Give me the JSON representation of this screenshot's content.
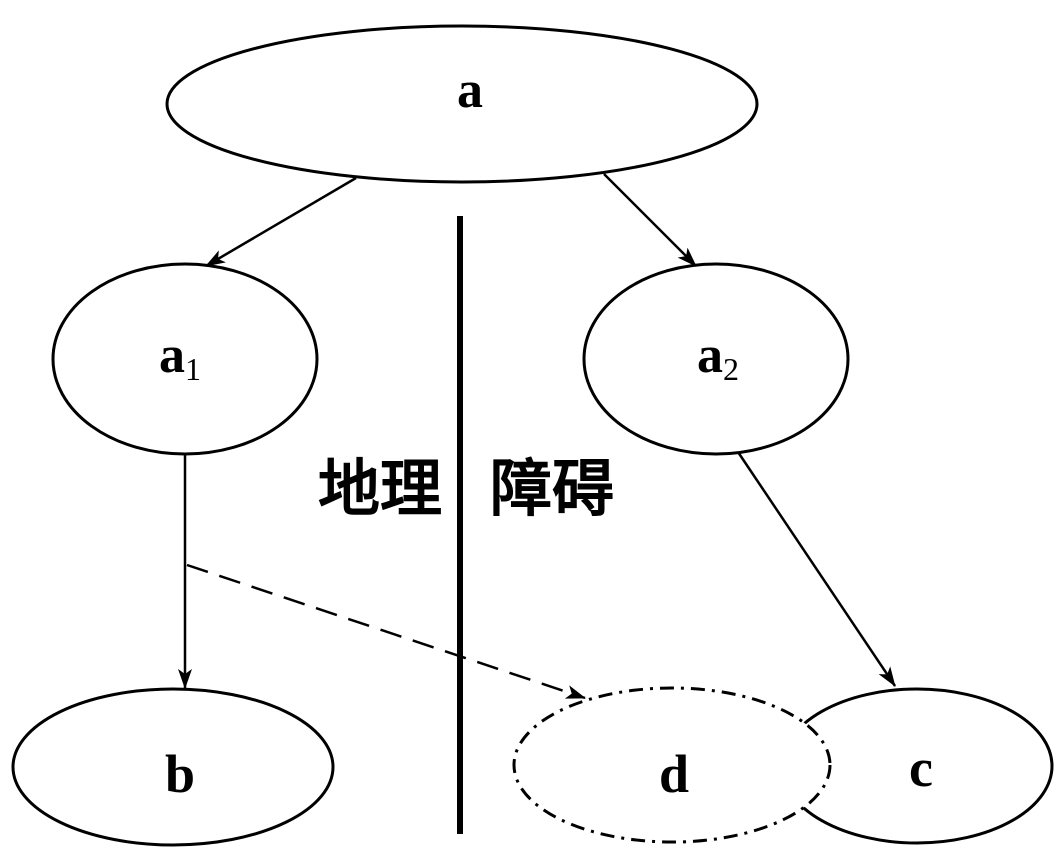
{
  "diagram": {
    "nodes": {
      "a": {
        "label": "a",
        "sub": ""
      },
      "a1": {
        "label": "a",
        "sub": "1"
      },
      "a2": {
        "label": "a",
        "sub": "2"
      },
      "b": {
        "label": "b",
        "sub": ""
      },
      "c": {
        "label": "c",
        "sub": ""
      },
      "d": {
        "label": "d",
        "sub": ""
      }
    },
    "barrier": {
      "left_text": "地理",
      "right_text": "障碍"
    },
    "colors": {
      "stroke": "#000000",
      "background": "#ffffff"
    }
  }
}
